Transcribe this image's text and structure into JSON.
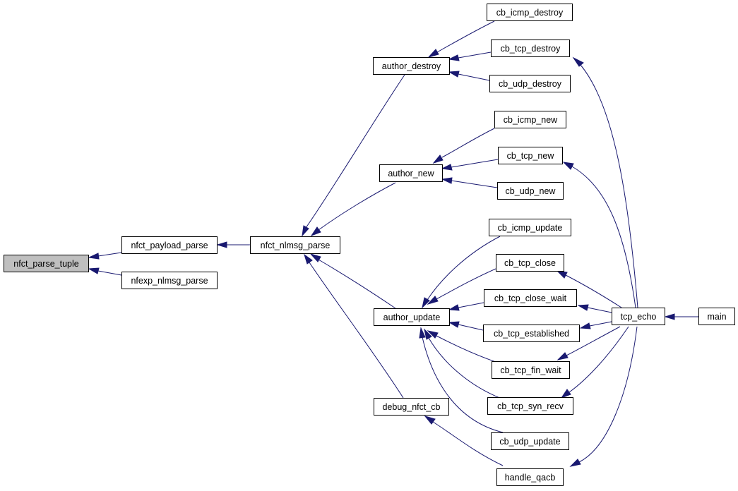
{
  "colors": {
    "edge": "#191970",
    "root_fill": "#bfbfbf",
    "node_fill": "#ffffff",
    "node_border": "#000000"
  },
  "nodes": {
    "nfct_parse_tuple": "nfct_parse_tuple",
    "nfct_payload_parse": "nfct_payload_parse",
    "nfexp_nlmsg_parse": "nfexp_nlmsg_parse",
    "nfct_nlmsg_parse": "nfct_nlmsg_parse",
    "author_destroy": "author_destroy",
    "author_new": "author_new",
    "author_update": "author_update",
    "debug_nfct_cb": "debug_nfct_cb",
    "cb_icmp_destroy": "cb_icmp_destroy",
    "cb_tcp_destroy": "cb_tcp_destroy",
    "cb_udp_destroy": "cb_udp_destroy",
    "cb_icmp_new": "cb_icmp_new",
    "cb_tcp_new": "cb_tcp_new",
    "cb_udp_new": "cb_udp_new",
    "cb_icmp_update": "cb_icmp_update",
    "cb_tcp_close": "cb_tcp_close",
    "cb_tcp_close_wait": "cb_tcp_close_wait",
    "cb_tcp_established": "cb_tcp_established",
    "cb_tcp_fin_wait": "cb_tcp_fin_wait",
    "cb_tcp_syn_recv": "cb_tcp_syn_recv",
    "cb_udp_update": "cb_udp_update",
    "handle_qacb": "handle_qacb",
    "tcp_echo": "tcp_echo",
    "main": "main"
  },
  "edges": [
    [
      "nfct_payload_parse",
      "nfct_parse_tuple"
    ],
    [
      "nfexp_nlmsg_parse",
      "nfct_parse_tuple"
    ],
    [
      "nfct_nlmsg_parse",
      "nfct_payload_parse"
    ],
    [
      "author_destroy",
      "nfct_nlmsg_parse"
    ],
    [
      "author_new",
      "nfct_nlmsg_parse"
    ],
    [
      "author_update",
      "nfct_nlmsg_parse"
    ],
    [
      "debug_nfct_cb",
      "nfct_nlmsg_parse"
    ],
    [
      "cb_icmp_destroy",
      "author_destroy"
    ],
    [
      "cb_tcp_destroy",
      "author_destroy"
    ],
    [
      "cb_udp_destroy",
      "author_destroy"
    ],
    [
      "cb_icmp_new",
      "author_new"
    ],
    [
      "cb_tcp_new",
      "author_new"
    ],
    [
      "cb_udp_new",
      "author_new"
    ],
    [
      "cb_icmp_update",
      "author_update"
    ],
    [
      "cb_tcp_close",
      "author_update"
    ],
    [
      "cb_tcp_close_wait",
      "author_update"
    ],
    [
      "cb_tcp_established",
      "author_update"
    ],
    [
      "cb_tcp_fin_wait",
      "author_update"
    ],
    [
      "cb_tcp_syn_recv",
      "author_update"
    ],
    [
      "cb_udp_update",
      "author_update"
    ],
    [
      "handle_qacb",
      "debug_nfct_cb"
    ],
    [
      "tcp_echo",
      "cb_tcp_destroy"
    ],
    [
      "tcp_echo",
      "cb_tcp_new"
    ],
    [
      "tcp_echo",
      "cb_tcp_close"
    ],
    [
      "tcp_echo",
      "cb_tcp_close_wait"
    ],
    [
      "tcp_echo",
      "cb_tcp_established"
    ],
    [
      "tcp_echo",
      "cb_tcp_fin_wait"
    ],
    [
      "tcp_echo",
      "cb_tcp_syn_recv"
    ],
    [
      "tcp_echo",
      "handle_qacb"
    ],
    [
      "main",
      "tcp_echo"
    ]
  ]
}
